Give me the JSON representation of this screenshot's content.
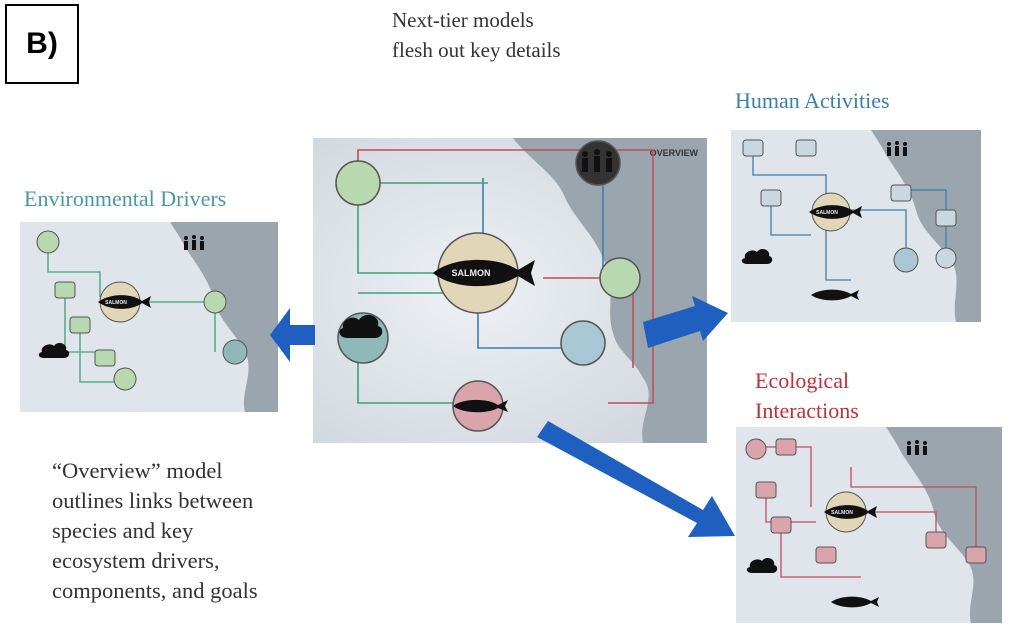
{
  "panel_label": "B)",
  "header_lines": [
    "Next-tier models",
    "flesh out key details"
  ],
  "titles": {
    "environmental": "Environmental Drivers",
    "human": "Human Activities",
    "ecological_line1": "Ecological",
    "ecological_line2": "Interactions"
  },
  "overview_description": [
    "“Overview” model",
    "outlines links between",
    "species and key",
    "ecosystem drivers,",
    "components, and goals"
  ],
  "overview_panel": {
    "corner_label": "OVERVIEW",
    "center_label": "SALMON"
  },
  "thumb_center_label": "SALMON",
  "colors": {
    "arrow": "#1f5fbf",
    "environmental_title": "#4a9a9a",
    "human_title": "#3f7fa6",
    "ecological_title": "#c0303a",
    "panel_bg": "#dfe5ea",
    "coast": "#9aa5ae"
  }
}
